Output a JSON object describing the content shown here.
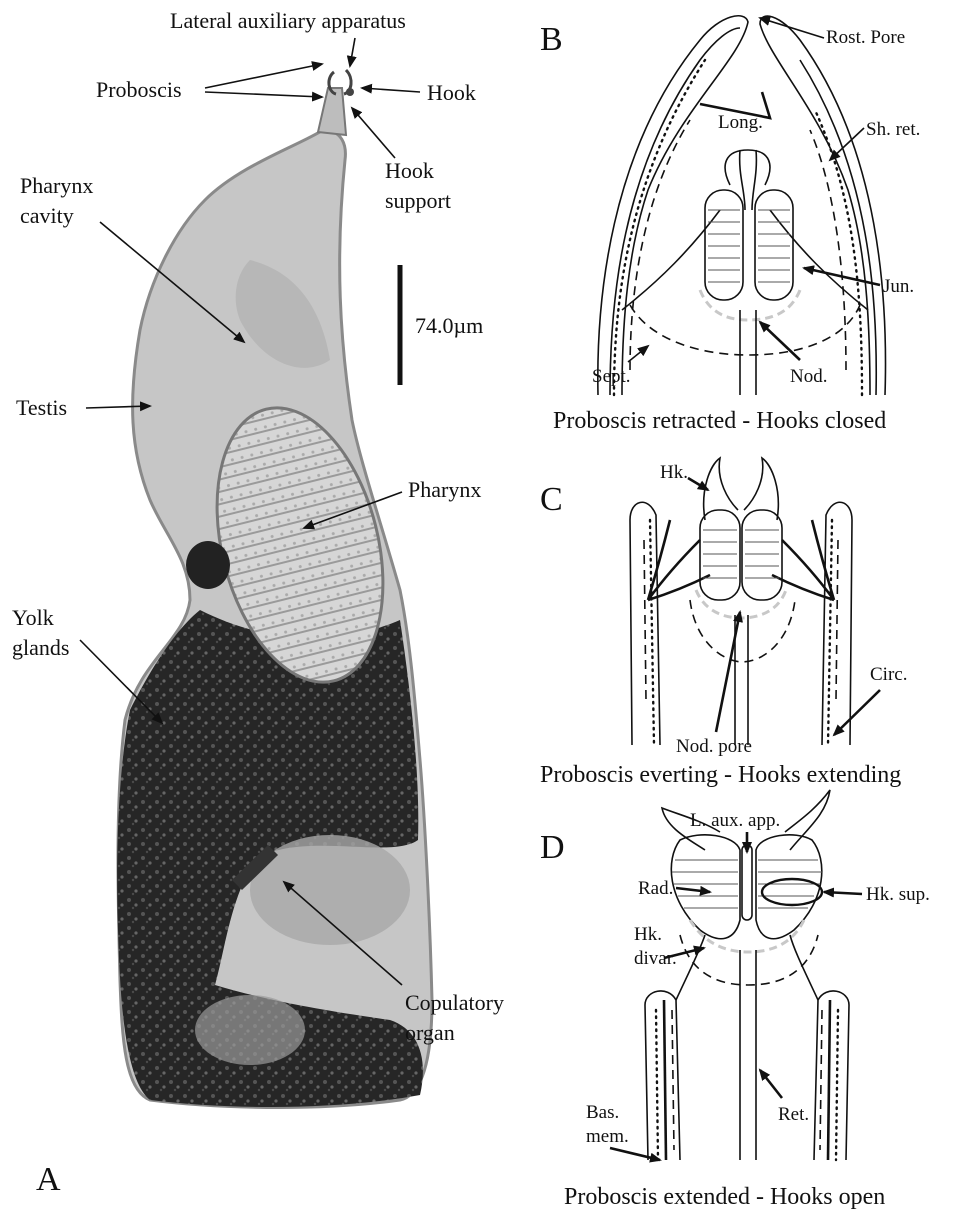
{
  "panels": {
    "a": "A",
    "b": "B",
    "c": "C",
    "d": "D"
  },
  "photo": {
    "labels": {
      "lateral_aux": "Lateral auxiliary apparatus",
      "proboscis": "Proboscis",
      "hook": "Hook",
      "hook_support_1": "Hook",
      "hook_support_2": "support",
      "pharynx_cavity_1": "Pharynx",
      "pharynx_cavity_2": "cavity",
      "testis": "Testis",
      "pharynx": "Pharynx",
      "yolk_1": "Yolk",
      "yolk_2": "glands",
      "copulatory_1": "Copulatory",
      "copulatory_2": "organ"
    },
    "scale_bar": "74.0µm"
  },
  "panel_b": {
    "labels": {
      "rost_pore": "Rost. Pore",
      "long": "Long.",
      "sh_ret": "Sh. ret.",
      "jun": "Jun.",
      "sept": "Sept.",
      "nod": "Nod."
    },
    "caption": "Proboscis retracted - Hooks closed"
  },
  "panel_c": {
    "labels": {
      "hk": "Hk.",
      "circ": "Circ.",
      "nod_pore": "Nod. pore"
    },
    "caption": "Proboscis everting - Hooks extending"
  },
  "panel_d": {
    "labels": {
      "l_aux_app": "L. aux. app.",
      "rad": "Rad.",
      "hk_sup": "Hk. sup.",
      "hk_divar_1": "Hk.",
      "hk_divar_2": "divar.",
      "ret": "Ret.",
      "bas_mem_1": "Bas.",
      "bas_mem_2": "mem."
    },
    "caption": "Proboscis extended - Hooks open"
  },
  "colors": {
    "yolk": "#222222",
    "tissue": "#c9c9c9",
    "ink": "#111111"
  }
}
